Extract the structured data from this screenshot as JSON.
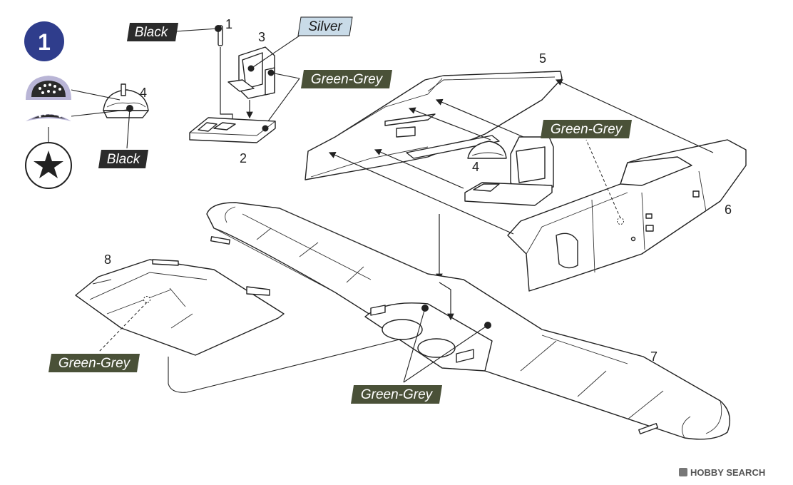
{
  "step": {
    "number": "1"
  },
  "part_numbers": {
    "p1": "1",
    "p2": "2",
    "p3": "3",
    "p4": "4",
    "p4b": "4",
    "p5": "5",
    "p6": "6",
    "p7": "7",
    "p8": "8"
  },
  "labels": {
    "black_pin": "Black",
    "silver": "Silver",
    "green_grey_seat": "Green-Grey",
    "black_panel": "Black",
    "green_grey_fuselage": "Green-Grey",
    "green_grey_wing_lower": "Green-Grey",
    "green_grey_flap": "Green-Grey"
  },
  "colors": {
    "black_label_bg": "#2b2b2b",
    "silver_label_bg": "#c9dbe8",
    "green_grey_label_bg": "#4a5138",
    "label_text_light": "#ffffff",
    "label_text_dark": "#1a1a1a",
    "step_badge": "#2f3d8c",
    "decal_ring": "#b9b5d6"
  },
  "icons": {
    "step_badge": "circled-number",
    "decal_roundel": "star-roundel-icon",
    "decal_panels": "instrument-panel-decal-icon"
  },
  "watermark": {
    "text": "HOBBY SEARCH"
  }
}
